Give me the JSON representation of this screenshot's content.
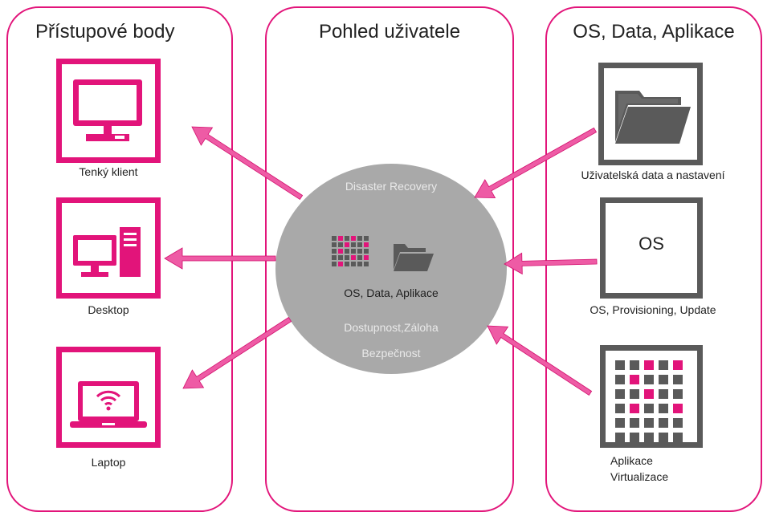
{
  "colors": {
    "accent": "#e2147a",
    "dark_grey": "#5a5a5a",
    "circle": "#a9a9a9",
    "arrow": "#ee5ba5"
  },
  "panels": {
    "left": {
      "title": "Přístupové body"
    },
    "center": {
      "title": "Pohled uživatele"
    },
    "right": {
      "title": "OS, Data, Aplikace"
    }
  },
  "access_points": [
    {
      "label": "Tenký klient",
      "icon": "monitor-icon"
    },
    {
      "label": "Desktop",
      "icon": "desktop-pc-icon"
    },
    {
      "label": "Laptop",
      "icon": "laptop-wifi-icon"
    }
  ],
  "sources": [
    {
      "label": "Uživatelská data a nastavení",
      "icon": "folder-icon"
    },
    {
      "label": "OS, Provisioning, Update",
      "box_text": "OS",
      "icon": "os-box-icon"
    },
    {
      "label_line1": "Aplikace",
      "label_line2": "Virtualizace",
      "icon": "app-grid-icon"
    }
  ],
  "user_view": {
    "top": "Disaster Recovery",
    "center": "OS, Data, Aplikace",
    "middle": "Dostupnost,Záloha",
    "bottom": "Bezpečnost"
  }
}
